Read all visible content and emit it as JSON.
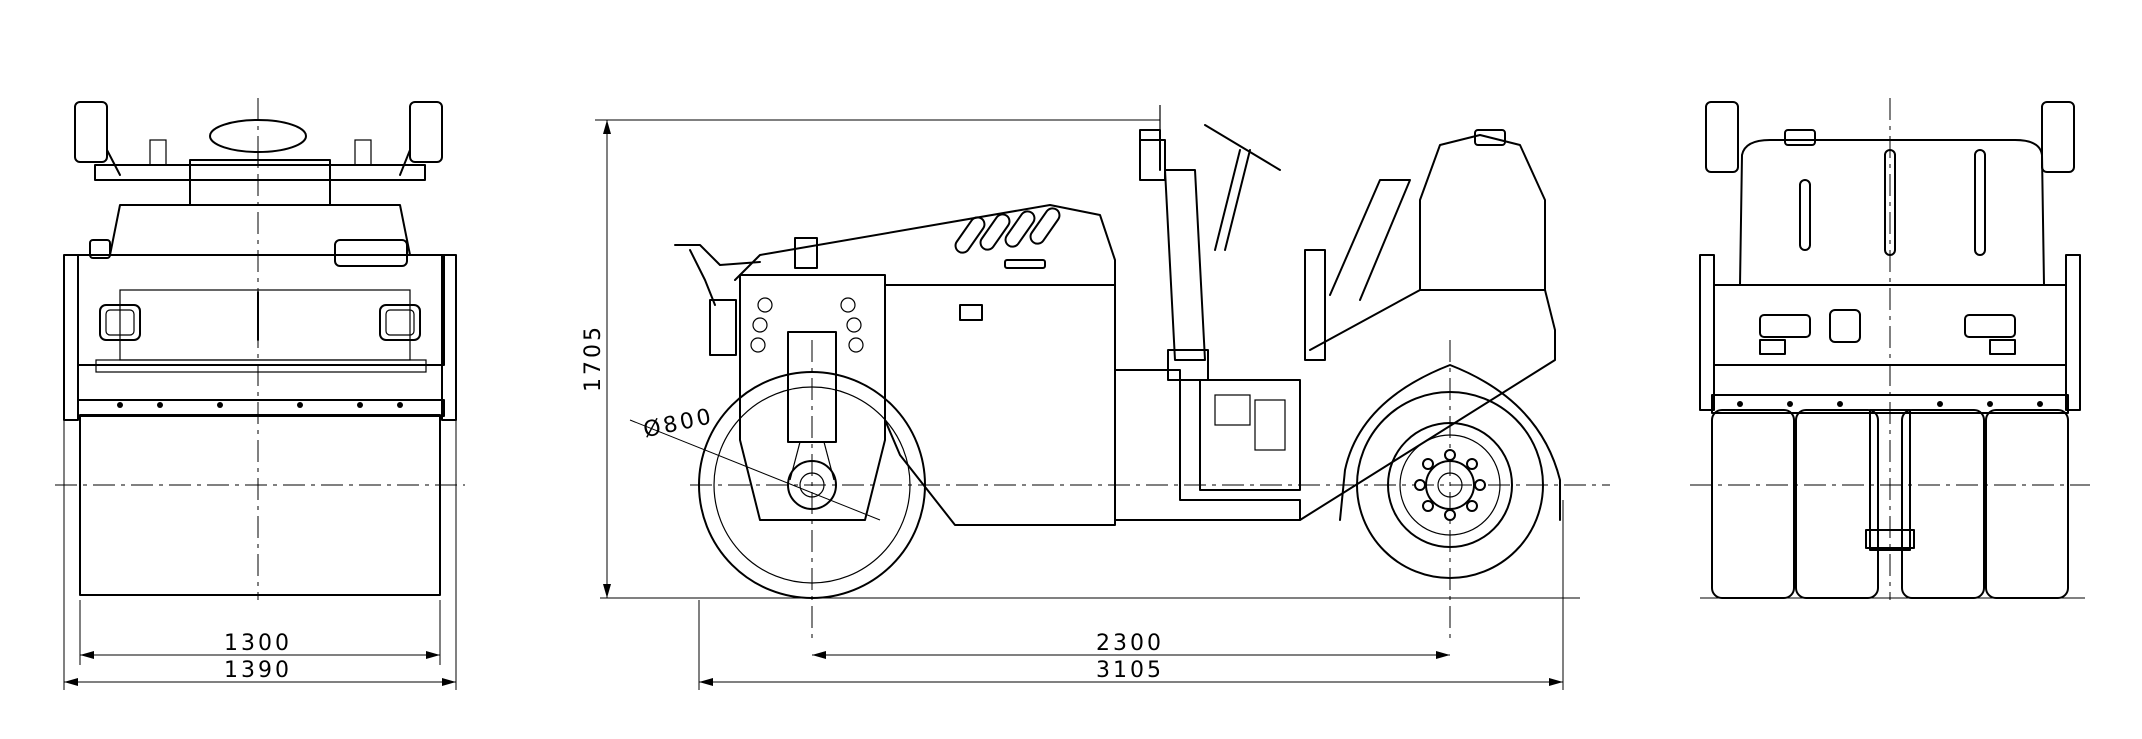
{
  "drawing": {
    "front_view": {
      "dimensions": [
        {
          "id": "drum_width",
          "label": "1300"
        },
        {
          "id": "overall_width",
          "label": "1390"
        }
      ]
    },
    "side_view": {
      "dimensions": [
        {
          "id": "height",
          "label": "1705"
        },
        {
          "id": "drum_diameter",
          "label": "Ø800"
        },
        {
          "id": "wheelbase",
          "label": "2300"
        },
        {
          "id": "overall_length",
          "label": "3105"
        }
      ]
    },
    "rear_view": {
      "dimensions": []
    }
  }
}
